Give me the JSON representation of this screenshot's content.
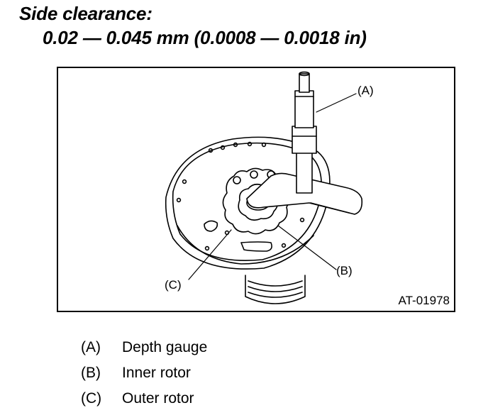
{
  "heading": "Side clearance:",
  "spec": "0.02 — 0.045 mm (0.0008 — 0.0018 in)",
  "figure": {
    "id": "AT-01978",
    "callouts": {
      "a": "(A)",
      "b": "(B)",
      "c": "(C)"
    }
  },
  "legend": [
    {
      "key": "(A)",
      "text": "Depth gauge"
    },
    {
      "key": "(B)",
      "text": "Inner rotor"
    },
    {
      "key": "(C)",
      "text": "Outer rotor"
    }
  ]
}
